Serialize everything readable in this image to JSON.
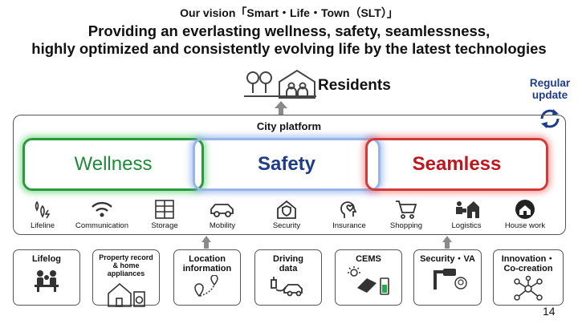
{
  "vision": "Our vision「Smart・Life・Town（SLT）」",
  "headline": {
    "line1": "Providing an everlasting wellness, safety, seamlessness,",
    "line2": "highly optimized and consistently evolving life by the latest technologies"
  },
  "residents": "Residents",
  "regular_update": {
    "line1": "Regular",
    "line2": "update"
  },
  "platform": {
    "title": "City platform",
    "pillars": [
      "Wellness",
      "Safety",
      "Seamless"
    ],
    "colors": {
      "wellness": "#1e8a3a",
      "safety": "#1f3c88",
      "seamless": "#c0161d"
    }
  },
  "services": [
    {
      "label": "Lifeline",
      "icon": "lifeline-icon"
    },
    {
      "label": "Communication",
      "icon": "wifi-icon"
    },
    {
      "label": "Storage",
      "icon": "storage-icon"
    },
    {
      "label": "Mobility",
      "icon": "car-icon"
    },
    {
      "label": "Security",
      "icon": "house-shield-icon"
    },
    {
      "label": "Insurance",
      "icon": "person-heart-icon"
    },
    {
      "label": "Shopping",
      "icon": "cart-icon"
    },
    {
      "label": "Logistics",
      "icon": "delivery-icon"
    },
    {
      "label": "House work",
      "icon": "home-icon"
    }
  ],
  "data_sources": [
    {
      "line1": "Lifelog",
      "line2": "",
      "icon": "family-icon"
    },
    {
      "line1": "Property record",
      "line2": "& home appliances",
      "icon": "house-appliance-icon"
    },
    {
      "line1": "Location",
      "line2": "information",
      "icon": "location-pin-icon"
    },
    {
      "line1": "Driving",
      "line2": "data",
      "icon": "ev-charging-icon"
    },
    {
      "line1": "CEMS",
      "line2": "",
      "icon": "solar-battery-icon"
    },
    {
      "line1": "Security・VA",
      "line2": "",
      "icon": "camera-icon"
    },
    {
      "line1": "Innovation・",
      "line2": "Co-creation",
      "icon": "network-icon"
    }
  ],
  "page_number": "14"
}
